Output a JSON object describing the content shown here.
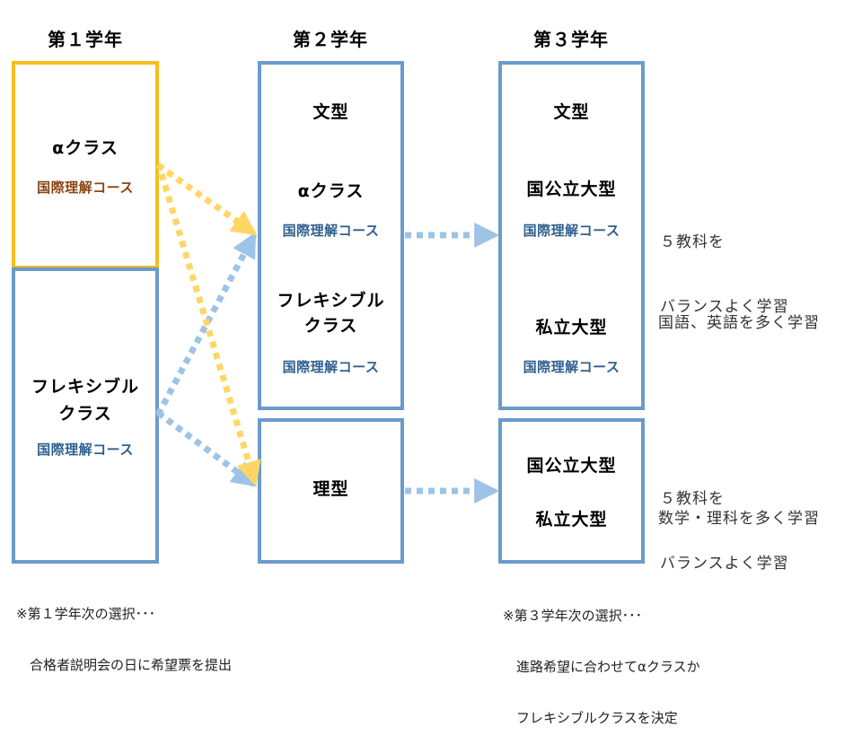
{
  "columns": [
    {
      "title": "第１学年"
    },
    {
      "title": "第２学年"
    },
    {
      "title": "第３学年"
    }
  ],
  "year1": {
    "alpha_box": {
      "name": "αクラス",
      "course": "国際理解コース"
    },
    "flex_box": {
      "name_line1": "フレキシブル",
      "name_line2": "クラス",
      "course": "国際理解コース"
    }
  },
  "year2": {
    "bunkei_box": {
      "heading": "文型",
      "alpha_name": "αクラス",
      "alpha_course": "国際理解コース",
      "flex_line1": "フレキシブル",
      "flex_line2": "クラス",
      "flex_course": "国際理解コース"
    },
    "rikei_box": {
      "heading": "理型"
    }
  },
  "year3": {
    "bunkei_box": {
      "heading": "文型",
      "national_name": "国公立大型",
      "national_course": "国際理解コース",
      "private_name": "私立大型",
      "private_course": "国際理解コース"
    },
    "rikei_box": {
      "national_name": "国公立大型",
      "private_name": "私立大型"
    }
  },
  "notes": {
    "bunkei_national": {
      "line1": "５教科を",
      "line2": "バランスよく学習"
    },
    "bunkei_private": "国語、英語を多く学習",
    "rikei_national": {
      "line1": "５教科を",
      "line2": "バランスよく学習"
    },
    "rikei_private": "数学・理科を多く学習"
  },
  "footnotes": {
    "year1": {
      "line1": "※第１学年次の選択･･･",
      "line2": "　合格者説明会の日に希望票を提出"
    },
    "year3": {
      "line1": "※第３学年次の選択･･･",
      "line2": "　進路希望に合わせてαクラスか",
      "line3": "　フレキシブルクラスを決定"
    }
  },
  "colors": {
    "alpha_border": "#F5BE1E",
    "box_border": "#6A9BCB",
    "yellow_arrow": "#FFD666",
    "blue_arrow": "#9DC3E6",
    "course_brown": "#8A4414",
    "course_blue": "#2F5F8E"
  }
}
